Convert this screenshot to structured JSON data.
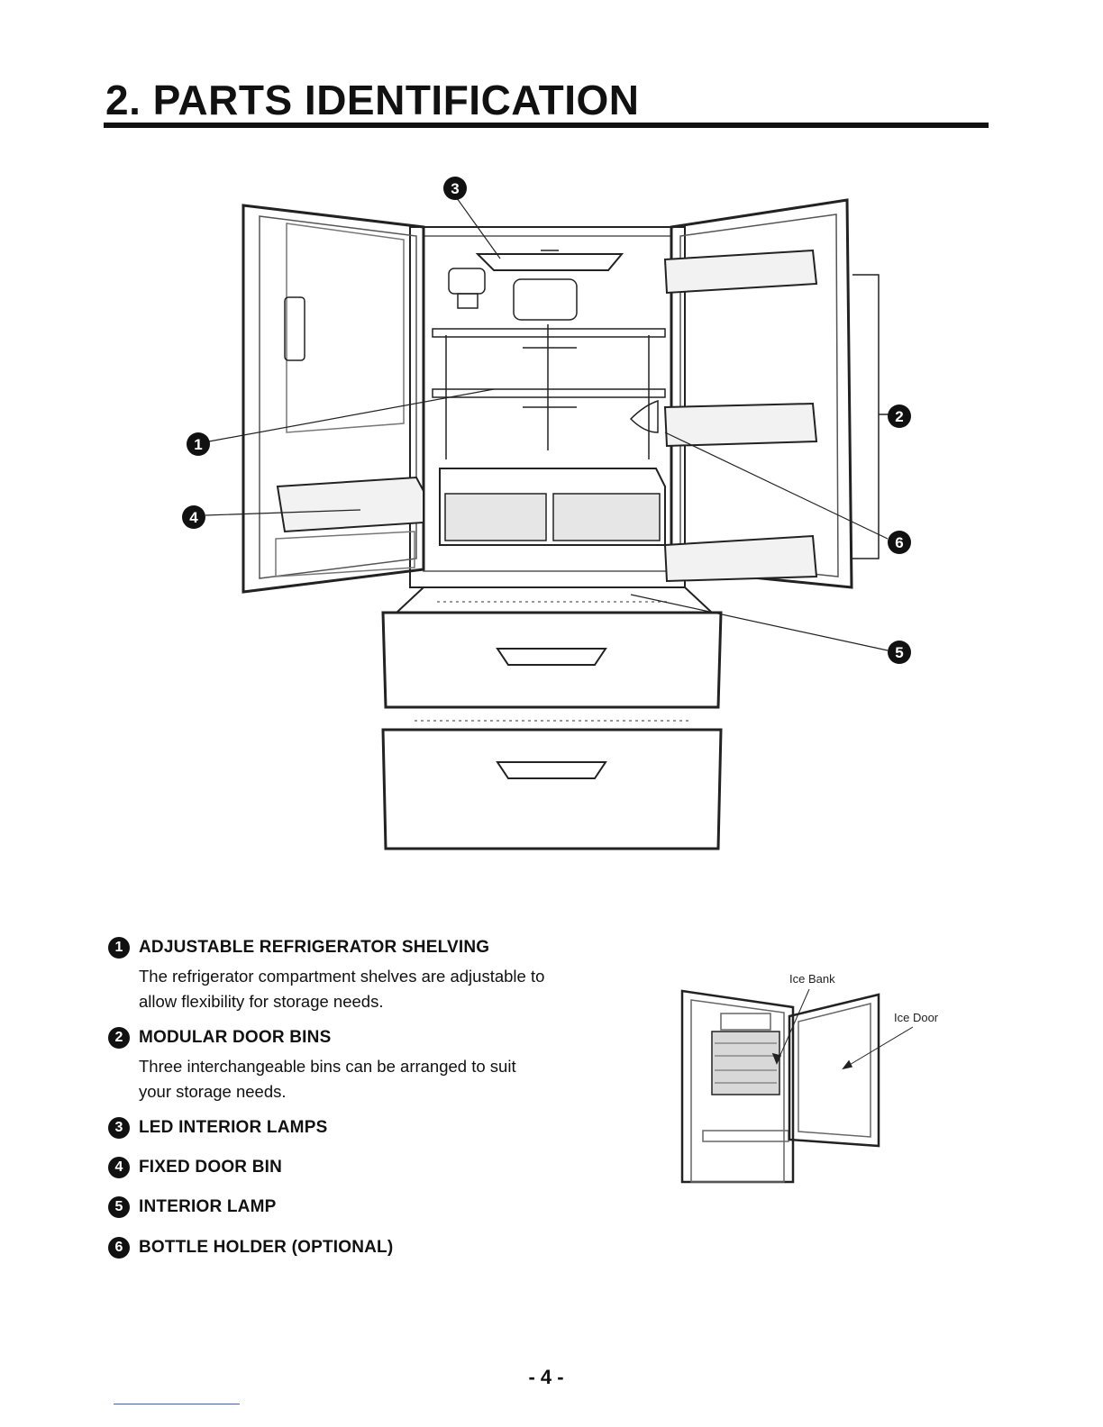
{
  "heading": "2. PARTS IDENTIFICATION",
  "main_figure": {
    "callouts": [
      "1",
      "2",
      "3",
      "4",
      "5",
      "6"
    ]
  },
  "parts": [
    {
      "number": "1",
      "title": "ADJUSTABLE REFRIGERATOR SHELVING",
      "description": "The refrigerator compartment shelves are adjustable to allow flexibility for storage needs."
    },
    {
      "number": "2",
      "title": "MODULAR DOOR BINS",
      "description": "Three interchangeable bins can be arranged to suit your storage needs."
    },
    {
      "number": "3",
      "title": "LED INTERIOR LAMPS",
      "description": ""
    },
    {
      "number": "4",
      "title": "FIXED DOOR BIN",
      "description": ""
    },
    {
      "number": "5",
      "title": "INTERIOR LAMP",
      "description": ""
    },
    {
      "number": "6",
      "title": "BOTTLE HOLDER (OPTIONAL)",
      "description": ""
    }
  ],
  "ice_figure": {
    "ice_bank_label": "Ice Bank",
    "ice_door_label": "Ice Door"
  },
  "page_number": "- 4 -"
}
